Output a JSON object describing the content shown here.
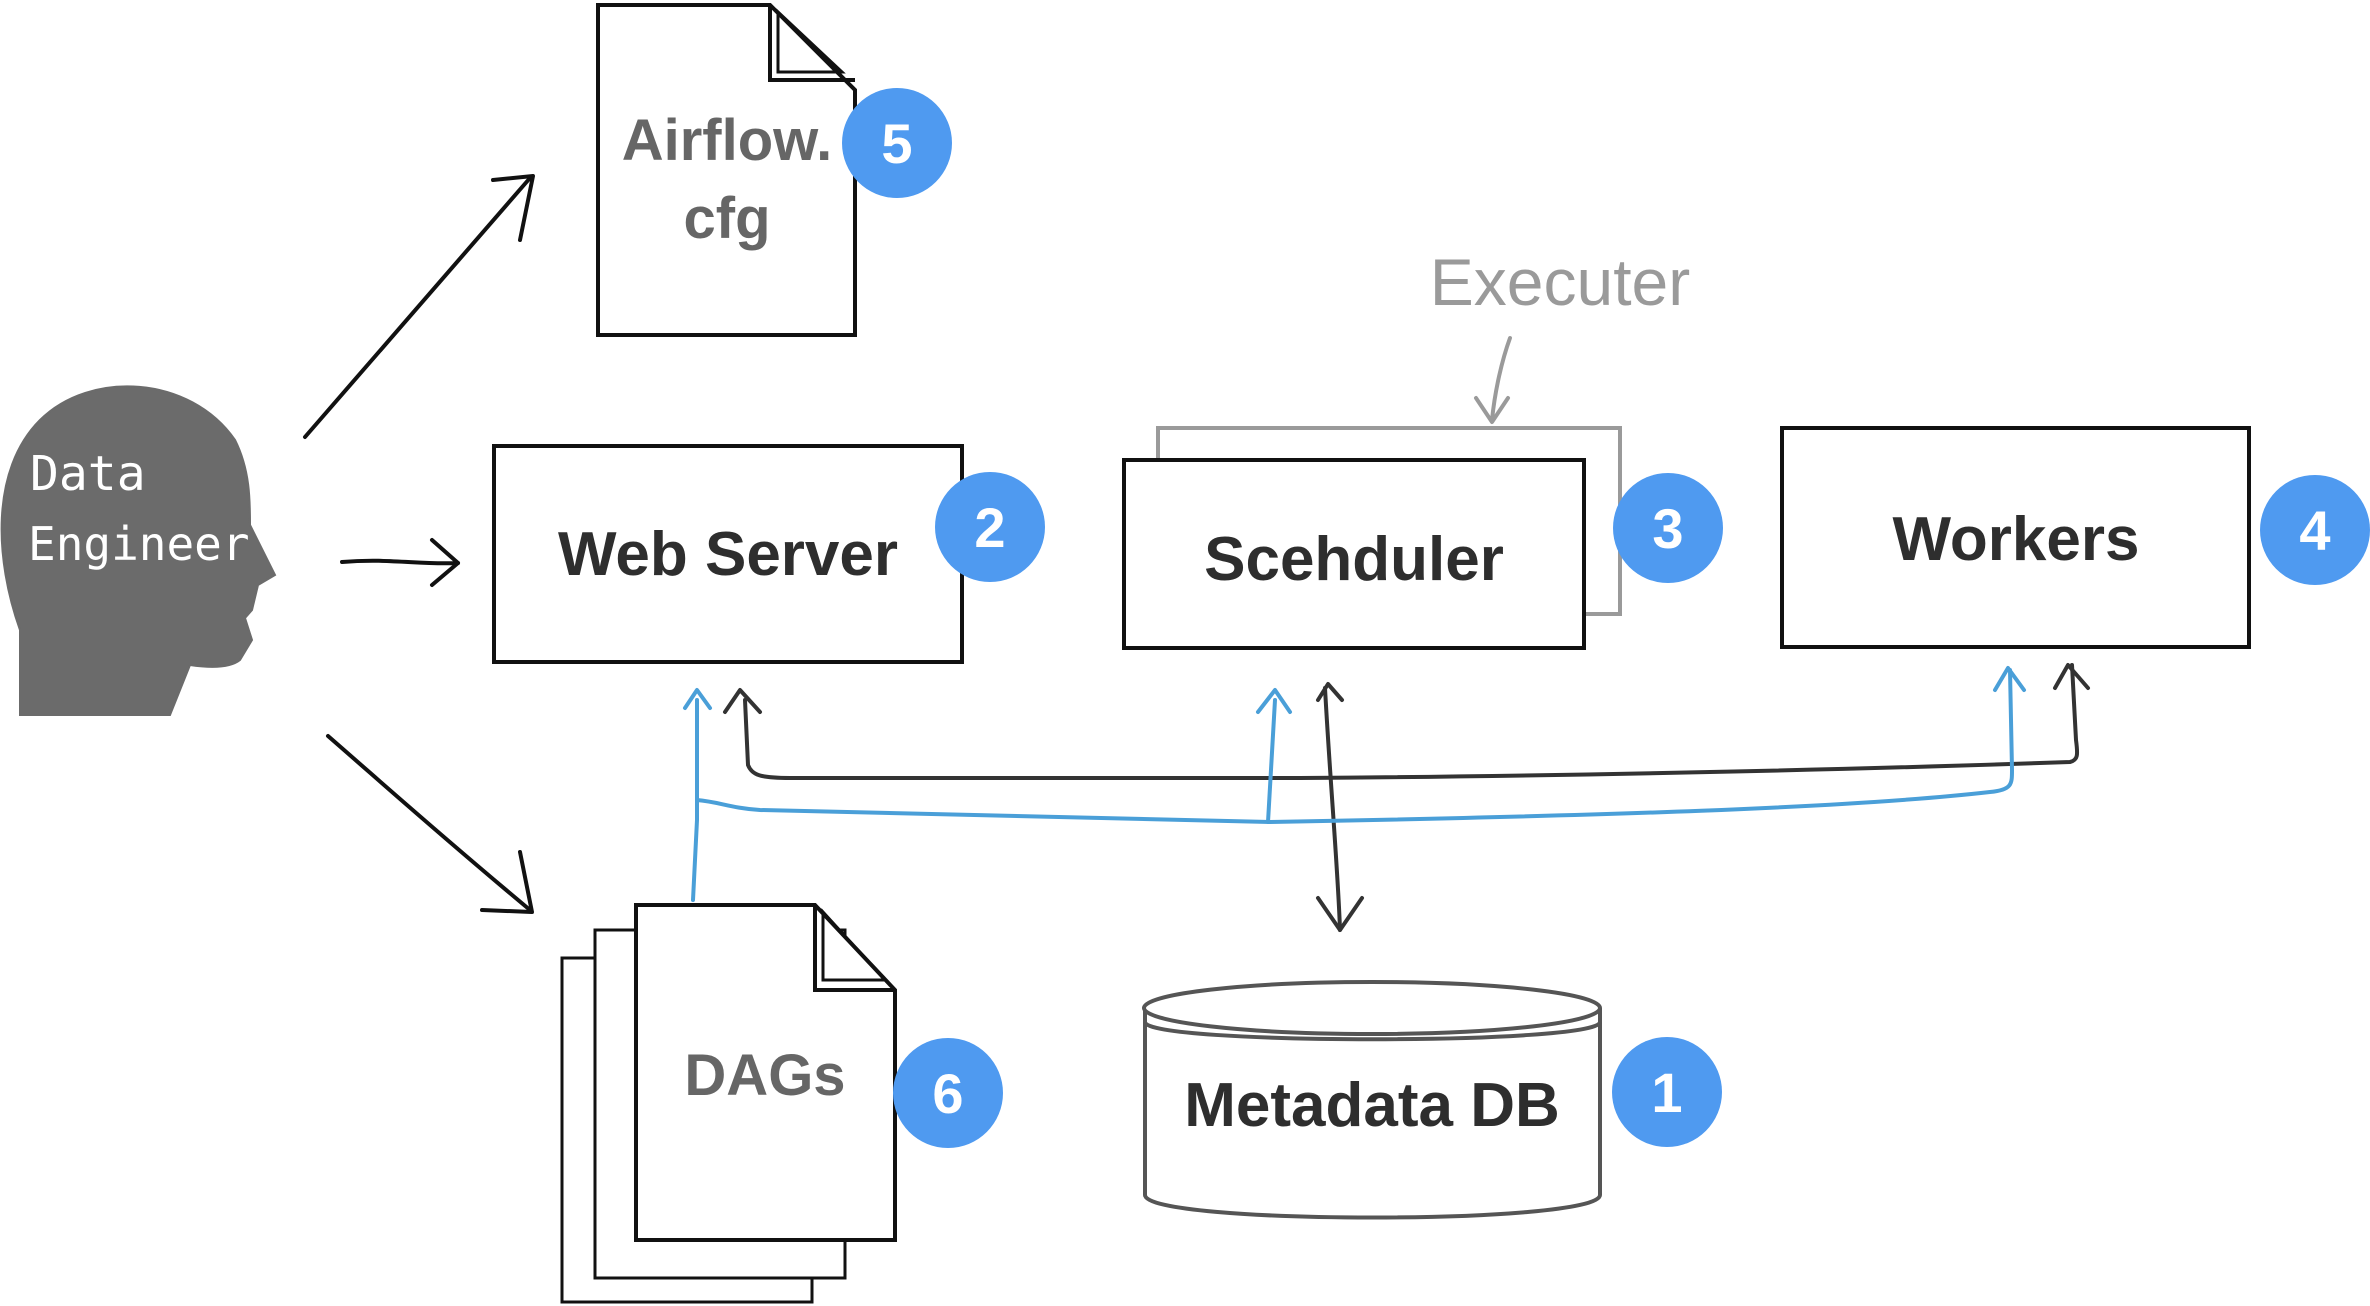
{
  "person": {
    "line1": "Data",
    "line2": "Engineer"
  },
  "components": {
    "config": {
      "line1": "Airflow.",
      "line2": "cfg",
      "badge": "5"
    },
    "webserver": {
      "label": "Web Server",
      "badge": "2"
    },
    "scheduler": {
      "label": "Scehduler",
      "badge": "3"
    },
    "executor": {
      "label": "Executer"
    },
    "workers": {
      "label": "Workers",
      "badge": "4"
    },
    "dags": {
      "label": "DAGs",
      "badge": "6"
    },
    "metadata": {
      "label": "Metadata DB",
      "badge": "1"
    }
  },
  "colors": {
    "ink": "#111111",
    "dark_text": "#2e2e2e",
    "grey_text": "#666666",
    "person_fill": "#6b6b6b",
    "badge": "#4f9af0",
    "blue_line": "#4a9fd8",
    "dark_line": "#333333",
    "executor_grey": "#9a9a9a"
  }
}
